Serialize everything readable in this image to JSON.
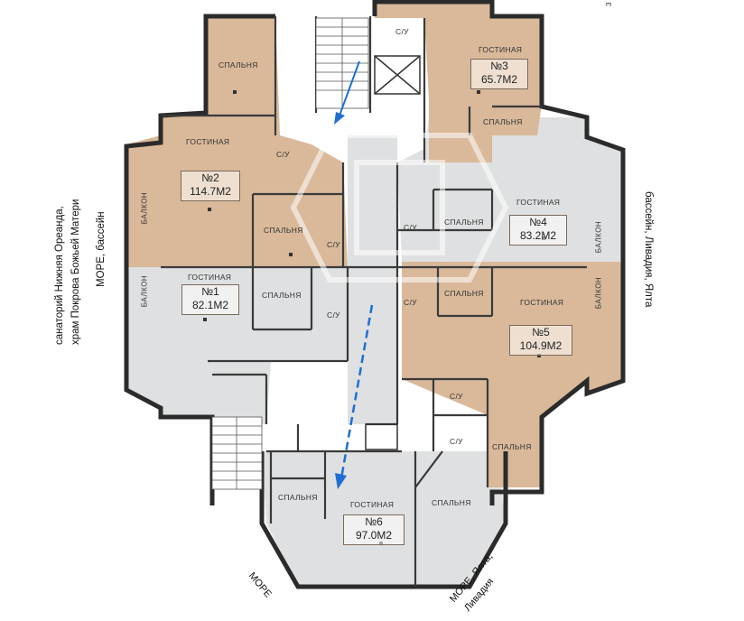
{
  "compass": {
    "top_right": "З"
  },
  "directions": {
    "left_line1": "санаторий Нижняя Ореанда,",
    "left_line2": "храм Покрова Божьей Матери",
    "left_line3": "МОРЕ, бассейн",
    "right": "бассейн, Ливадия, Ялта",
    "bottom_left": "МОРЕ",
    "bottom_right_line1": "МОРЕ, Ялта,",
    "bottom_right_line2": "Ливадия"
  },
  "rooms": {
    "bedroom": "СПАЛЬНЯ",
    "living": "ГОСТИНАЯ",
    "bathroom": "С/У",
    "balcony": "БАЛКОН"
  },
  "apartments": [
    {
      "number": "№1",
      "area": "82.1М2"
    },
    {
      "number": "№2",
      "area": "114.7М2"
    },
    {
      "number": "№3",
      "area": "65.7М2"
    },
    {
      "number": "№4",
      "area": "83.2М2"
    },
    {
      "number": "№5",
      "area": "104.9М2"
    },
    {
      "number": "№6",
      "area": "97.0М2"
    }
  ],
  "colors": {
    "tan": "#d9b99a",
    "grey": "#dfe0e1",
    "wall": "#2b2b2b",
    "arrow": "#1e6fd1"
  }
}
